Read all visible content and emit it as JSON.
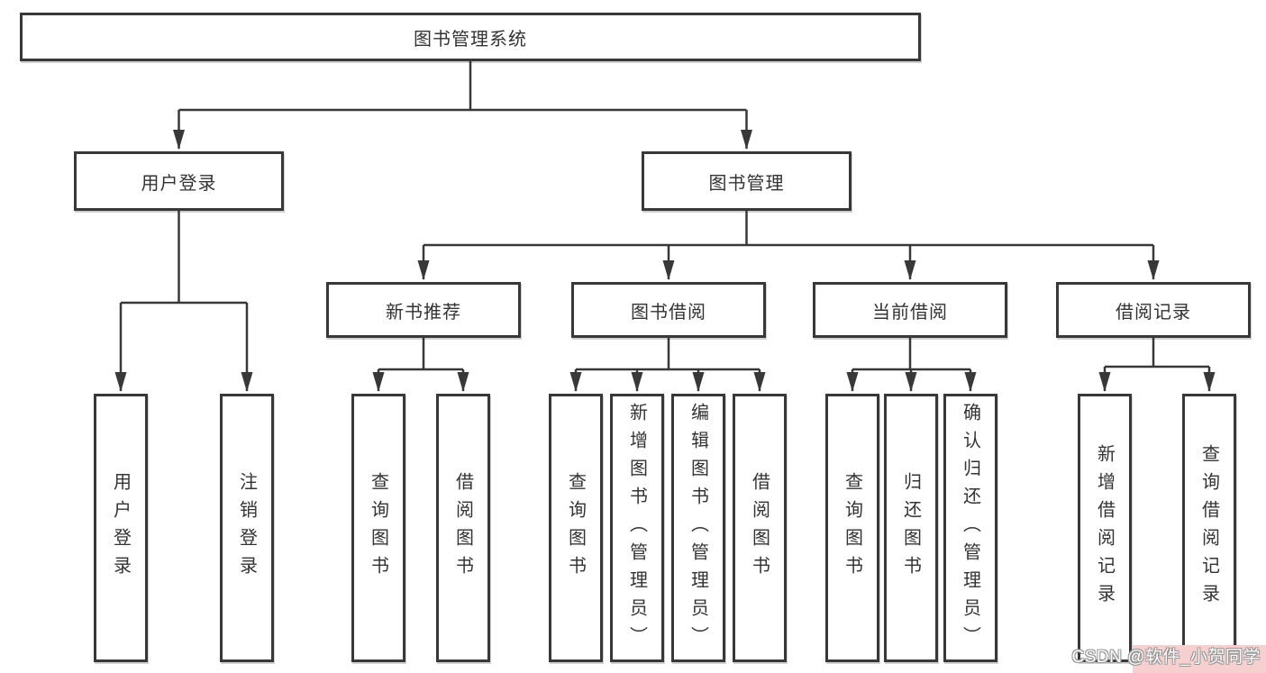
{
  "tree": {
    "label": "图书管理系统",
    "children": [
      {
        "label": "用户登录",
        "children": [
          {
            "label": "用户登录"
          },
          {
            "label": "注销登录"
          }
        ]
      },
      {
        "label": "图书管理",
        "children": [
          {
            "label": "新书推荐",
            "children": [
              {
                "label": "查询图书"
              },
              {
                "label": "借阅图书"
              }
            ]
          },
          {
            "label": "图书借阅",
            "children": [
              {
                "label": "查询图书"
              },
              {
                "label": "新增图书（管理员）"
              },
              {
                "label": "编辑图书（管理员）"
              },
              {
                "label": "借阅图书"
              }
            ]
          },
          {
            "label": "当前借阅",
            "children": [
              {
                "label": "查询图书"
              },
              {
                "label": "归还图书"
              },
              {
                "label": "确认归还（管理员）"
              }
            ]
          },
          {
            "label": "借阅记录",
            "children": [
              {
                "label": "新增借阅记录"
              },
              {
                "label": "查询借阅记录"
              }
            ]
          }
        ]
      }
    ]
  },
  "watermark": {
    "text": "CSDN @软件_小贺同学"
  },
  "colors": {
    "line": "#383838",
    "text": "#333333",
    "box_background": "#ffffff",
    "watermark_background": "#f6cfcf",
    "watermark_text": "#fbfbfb"
  }
}
